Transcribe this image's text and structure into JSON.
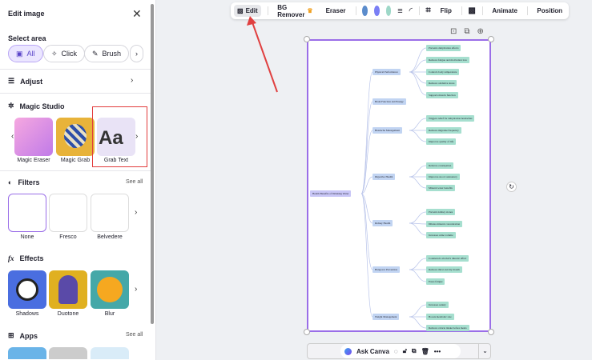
{
  "panel": {
    "title": "Edit image",
    "select_area": "Select area",
    "area_options": [
      "All",
      "Click",
      "Brush"
    ],
    "adjust": "Adjust",
    "magic_studio": "Magic Studio",
    "magic_items": [
      "Magic Eraser",
      "Magic Grab",
      "Grab Text"
    ],
    "filters": "Filters",
    "filter_items": [
      "None",
      "Fresco",
      "Belvedere"
    ],
    "effects": "Effects",
    "effect_items": [
      "Shadows",
      "Duotone",
      "Blur"
    ],
    "apps": "Apps",
    "see_all": "See all"
  },
  "toolbar": {
    "edit": "Edit",
    "bg_remover": "BG Remover",
    "eraser": "Eraser",
    "colors": [
      "#5b8ccc",
      "#7a7ff5",
      "#9ed8c8"
    ],
    "flip": "Flip",
    "animate": "Animate",
    "position": "Position"
  },
  "mindmap": {
    "root": "Health Benefits of Drinking Water",
    "branches": [
      {
        "label": "Physical Performance",
        "leaves": [
          "Prevents dehydration effects",
          "Reduces fatigue and motivation loss",
          "Controls body temperature",
          "Reduces oxidative stress",
          "Supports muscle function"
        ]
      },
      {
        "label": "Brain Function and Energy",
        "leaves": []
      },
      {
        "label": "Headache Management",
        "leaves": [
          "Triggers relief for dehydration headaches",
          "Reduces migraine frequency",
          "Improves quality of life"
        ]
      },
      {
        "label": "Digestive Health",
        "leaves": [
          "Relieves constipation",
          "Improves stool consistency",
          "Mineral water benefits"
        ]
      },
      {
        "label": "Kidney Health",
        "leaves": [
          "Prevents kidney stones",
          "Dilutes mineral concentration",
          "Increases urine volume"
        ]
      },
      {
        "label": "Hangover Prevention",
        "leaves": [
          "Counteracts alcohol's diuretic effect",
          "Reduces thirst and dry mouth",
          "Eases fatigue"
        ]
      },
      {
        "label": "Weight Management",
        "leaves": [
          "Increases satiety",
          "Boosts metabolic rate",
          "Reduces calorie intake before meals"
        ]
      }
    ]
  },
  "bottom": {
    "ask_canva": "Ask Canva"
  }
}
